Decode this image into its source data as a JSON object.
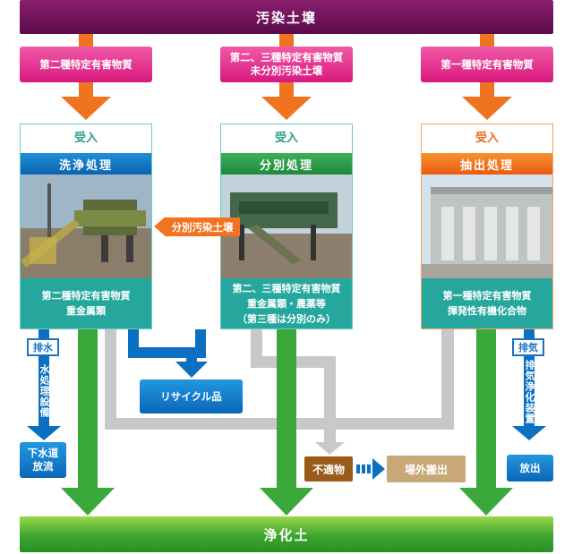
{
  "colors": {
    "purple": "#6e1359",
    "pink": "#e6308f",
    "orange": "#f07320",
    "teal": "#26a79d",
    "blue": "#0b6fc2",
    "green": "#3aa83a",
    "gray": "#c8c8c8",
    "brown": "#9a5a18",
    "tan": "#c9a878"
  },
  "top_banner": "汚染土壌",
  "inputs": [
    {
      "label": "第二種特定有害物質"
    },
    {
      "label": "第二、三種特定有害物質\n未分別汚染土壌"
    },
    {
      "label": "第一種特定有害物質"
    }
  ],
  "panels": [
    {
      "receive": "受入",
      "process": "洗浄処理",
      "target": "第二種特定有害物質\n重金属類"
    },
    {
      "receive": "受入",
      "process": "分別処理",
      "target": "第二、三種特定有害物質\n重金属類・農薬等\n（第三種は分別のみ）"
    },
    {
      "receive": "受入",
      "process": "抽出処理",
      "target": "第一種特定有害物質\n揮発性有機化合物"
    }
  ],
  "sorted_soil_label": "分別汚染土壌",
  "drainage": {
    "label": "排水",
    "facility": "水処理設備",
    "outlet": "下水道\n放流"
  },
  "exhaust": {
    "label": "排気",
    "facility": "排気浄化装置",
    "outlet": "放出"
  },
  "recycle": "リサイクル品",
  "unsuitable": "不適物",
  "offsite": "場外搬出",
  "bottom_banner": "浄化土"
}
